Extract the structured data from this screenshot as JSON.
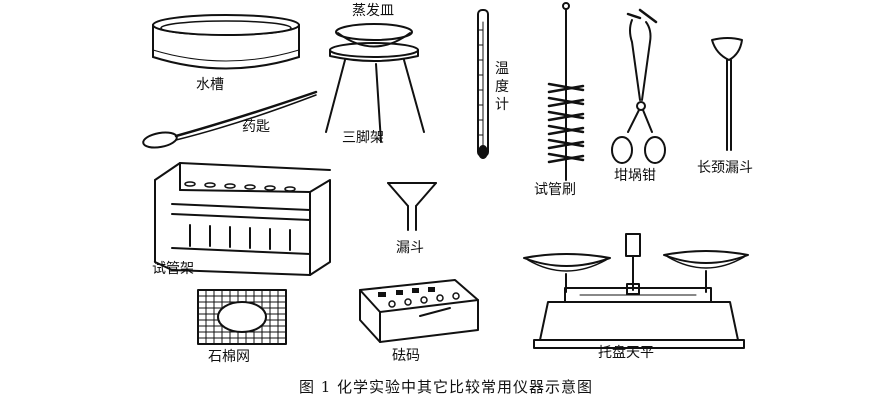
{
  "caption": "图 1  化学实验中其它比较常用仪器示意图",
  "labels": {
    "water_trough": "水槽",
    "evaporating_dish": "蒸发皿",
    "thermometer": "温度计",
    "tripod": "三脚架",
    "spoon": "药匙",
    "test_tube_brush": "试管刷",
    "crucible_tongs": "坩埚钳",
    "long_neck_funnel": "长颈漏斗",
    "funnel": "漏斗",
    "test_tube_rack": "试管架",
    "asbestos_gauze": "石棉网",
    "weights": "砝码",
    "balance": "托盘天平"
  }
}
